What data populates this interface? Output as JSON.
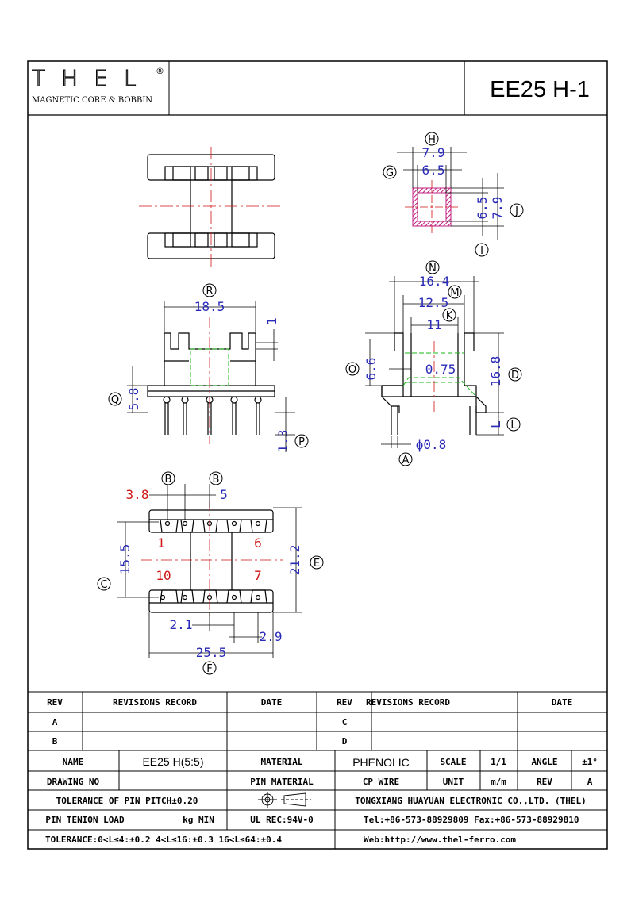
{
  "logo": {
    "mark": "THEL",
    "registered": "®",
    "tagline": "MAGNETIC CORE & BOBBIN"
  },
  "drawing_title": "EE25 H-1",
  "top_view_section": {
    "callout_h": "H",
    "dim_outer": "7.9",
    "callout_g": "G",
    "dim_inner": "6.5",
    "dim_inner_v": "6.5",
    "dim_outer_v": "7.9",
    "callout_j": "J",
    "callout_i": "I"
  },
  "front_view": {
    "callout_r": "R",
    "dim_width": "18.5",
    "dim_slot": "1",
    "callout_q": "Q",
    "dim_base": "5.8",
    "dim_pin": "1.3",
    "callout_p": "P"
  },
  "side_view": {
    "callout_n": "N",
    "dim_n": "16.4",
    "callout_m": "M",
    "dim_m": "12.5",
    "callout_k": "K",
    "dim_k": "11",
    "callout_o": "O",
    "dim_o": "6.6",
    "dim_wall": "0.75",
    "dim_d": "16.8",
    "callout_d": "D",
    "callout_l": "L",
    "dim_l": "L",
    "dim_pin_dia": "ϕ0.8",
    "callout_a": "A"
  },
  "bottom_view": {
    "callout_b1": "B",
    "callout_b2": "B",
    "dim_38": "3.8",
    "dim_5": "5",
    "pin_1": "1",
    "pin_6": "6",
    "pin_10": "10",
    "pin_7": "7",
    "dim_155": "15.5",
    "callout_c": "C",
    "dim_212": "21.2",
    "callout_e": "E",
    "dim_21": "2.1",
    "dim_29": "2.9",
    "dim_255": "25.5",
    "callout_f": "F"
  },
  "title_block": {
    "h_rev1": "REV",
    "h_rec1": "REVISIONS RECORD",
    "h_date1": "DATE",
    "h_rev2": "REV",
    "h_rec2": "REVISIONS RECORD",
    "h_date2": "DATE",
    "rev_a": "A",
    "rev_b": "B",
    "rev_c": "C",
    "rev_d": "D",
    "name_label": "NAME",
    "name_value": "EE25 H(5:5)",
    "material_label": "MATERIAL",
    "material_value": "PHENOLIC",
    "scale_label": "SCALE",
    "scale_value": "1/1",
    "angle_label": "ANGLE",
    "angle_value": "±1°",
    "drawing_no_label": "DRAWING NO",
    "pin_material_label": "PIN MATERIAL",
    "cp_wire": "CP WIRE",
    "unit_label": "UNIT",
    "unit_value": "m/m",
    "rev_label": "REV",
    "rev_value": "A",
    "pitch_tol": "TOLERANCE OF PIN PITCH±0.20",
    "company": "TONGXIANG HUAYUAN ELECTRONIC CO.,LTD. (THEL)",
    "pin_load_label": "PIN TENION LOAD",
    "pin_load_unit": "kg MIN",
    "ul_rec": "UL REC:94V-0",
    "tel": "Tel:+86-573-88929809 Fax:+86-573-88929810",
    "tolerance": "TOLERANCE:0<L≤4:±0.2 4<L≤16:±0.3 16<L≤64:±0.4",
    "web": "Web:http://www.thel-ferro.com"
  }
}
